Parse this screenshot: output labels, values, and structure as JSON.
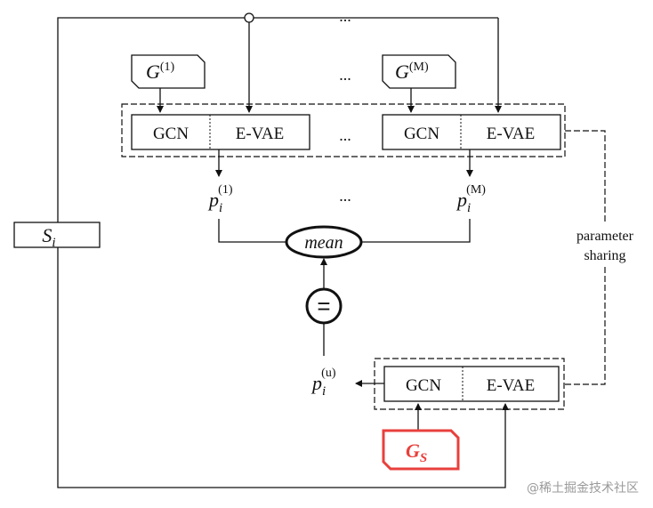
{
  "labels": {
    "gcn": "GCN",
    "evae": "E-VAE",
    "ellipsis": "...",
    "g_sym": "G",
    "g1_sup": "(1)",
    "gm_sup": "(M)",
    "p_sym": "p",
    "p_sub": "i",
    "p1_sup": "(1)",
    "pm_sup": "(M)",
    "pu_sup": "(u)",
    "s_sym": "S",
    "s_sub": "i",
    "mean": "mean",
    "equals": "=",
    "param_line1": "parameter",
    "param_line2": "sharing",
    "gs_sym": "G",
    "gs_sub": "S"
  },
  "watermark": "@稀土掘金技术社区",
  "colors": {
    "line": "#111111",
    "accent_red": "#e8403c",
    "watermark": "#9a9a9a"
  }
}
